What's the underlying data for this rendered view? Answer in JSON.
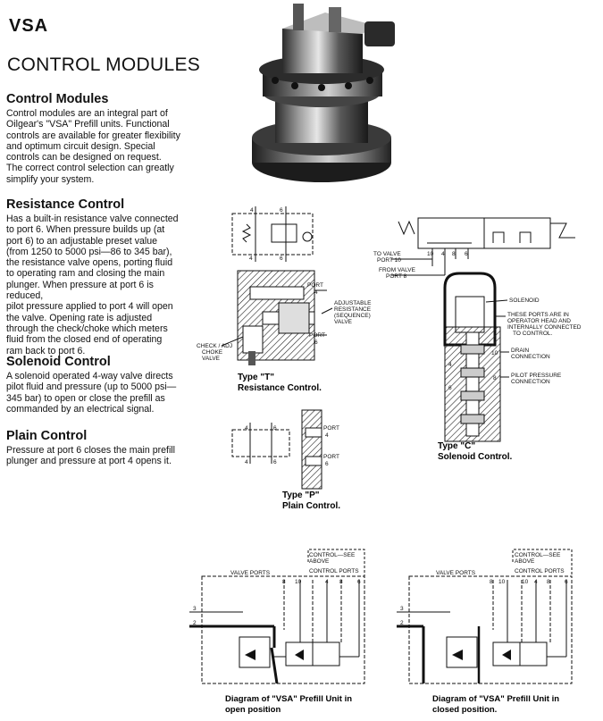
{
  "header": {
    "brand": "VSA",
    "title": "CONTROL MODULES"
  },
  "sections": [
    {
      "heading": "Control Modules",
      "lines": [
        "Control modules are an integral part of",
        "Oilgear's \"VSA\" Prefill units. Functional",
        "controls are available for greater flexibility",
        "and optimum circuit design. Special",
        "controls can be designed on request.",
        "The correct control selection can greatly",
        "simplify your system."
      ]
    },
    {
      "heading": "Resistance Control",
      "lines": [
        "Has a built-in resistance valve connected",
        "to port 6. When pressure builds up (at",
        "port 6) to an adjustable preset value",
        "(from 1250 to 5000 psi—86 to 345 bar),",
        "the resistance valve opens, porting fluid",
        "to operating ram and closing the main",
        "plunger. When pressure at port 6 is reduced,",
        "pilot pressure applied to port 4 will open",
        "the valve. Opening rate is adjusted",
        "through the check/choke which meters",
        "fluid from the closed end of operating",
        "ram back to port 6."
      ]
    },
    {
      "heading": "Solenoid Control",
      "lines": [
        "A solenoid operated 4-way valve directs",
        "pilot fluid and pressure (up to 5000 psi—",
        "345 bar) to open or close the prefill as",
        "commanded by an electrical signal."
      ]
    },
    {
      "heading": "Plain Control",
      "lines": [
        "Pressure at port 6 closes the main prefill",
        "plunger and pressure at port 4 opens it."
      ]
    }
  ],
  "typeT": {
    "caption1": "Type \"T\"",
    "caption2": "Resistance Control.",
    "port4": "PORT",
    "port4n": "4",
    "port6": "PORT",
    "port6n": "6",
    "adj1": "ADJUSTABLE",
    "adj2": "RESISTANCE",
    "adj3": "(SEQUENCE)",
    "adj4": "VALVE",
    "chk1": "CHECK / ADJ",
    "chk2": "CHOKE",
    "chk3": "VALVE",
    "s4": "4",
    "s6": "6",
    "s4b": "4",
    "s6b": "6"
  },
  "typeC": {
    "caption1": "Type \"C\"",
    "caption2": "Solenoid Control.",
    "tv1": "TO VALVE",
    "tv2": "PORT 10",
    "fv1": "FROM VALVE",
    "fv2": "PORT 8",
    "solenoid": "SOLENOID",
    "these1": "THESE PORTS ARE IN",
    "these2": "OPERATOR HEAD AND",
    "these3": "INTERNALLY CONNECTED",
    "these4": "TO CONTROL.",
    "drain1": "DRAIN",
    "drain2": "CONNECTION",
    "pilot1": "PILOT PRESSURE",
    "pilot2": "CONNECTION",
    "n10": "10",
    "n4": "4",
    "n8": "8",
    "n6": "6",
    "b10": "10",
    "b8": "8",
    "b4": "4",
    "b6": "6"
  },
  "typeP": {
    "caption1": "Type \"P\"",
    "caption2": "Plain Control.",
    "port4": "PORT",
    "port4n": "4",
    "port6": "PORT",
    "port6n": "6",
    "s4": "4",
    "s6": "6",
    "s4b": "4",
    "s6b": "6"
  },
  "diagrams": [
    {
      "ctrl1": "CONTROL—SEE",
      "ctrl2": "ABOVE",
      "valve_ports": "VALVE PORTS",
      "control_ports": "CONTROL PORTS",
      "nums": [
        "8",
        "10",
        "4",
        "8",
        "6"
      ],
      "p3": "3",
      "p2": "2",
      "cap1": "Diagram of \"VSA\" Prefill Unit in",
      "cap2": "open position"
    },
    {
      "ctrl1": "CONTROL—SEE",
      "ctrl2": "ABOVE",
      "valve_ports": "VALVE PORTS",
      "control_ports": "CONTROL PORTS",
      "nums": [
        "8",
        "10",
        "10",
        "4",
        "8",
        "6"
      ],
      "p3": "3",
      "p2": "2",
      "cap1": "Diagram of \"VSA\" Prefill Unit in",
      "cap2": "closed position."
    }
  ]
}
